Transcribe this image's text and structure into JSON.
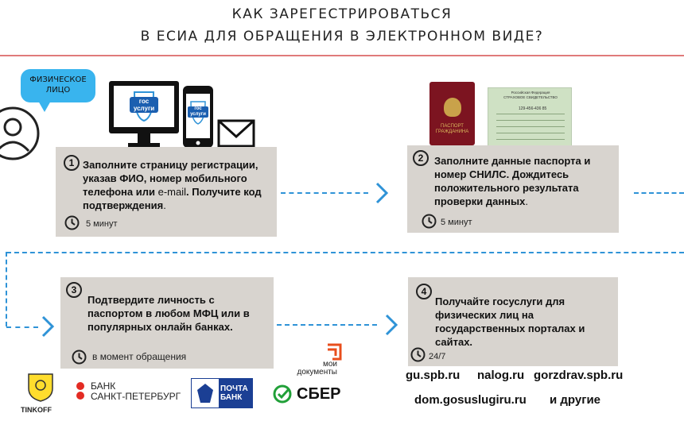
{
  "header": {
    "title_line1": "КАК ЗАРЕГЕСТРИРОВАТЬСЯ",
    "title_line2": "В ЕСИА ДЛЯ ОБРАЩЕНИЯ В ЭЛЕКТРОННОМ ВИДЕ?"
  },
  "bubble": {
    "line1": "ФИЗИЧЕСКОЕ",
    "line2": "ЛИЦО"
  },
  "devices": {
    "logo_line1": "гос",
    "logo_line2": "услуги"
  },
  "documents": {
    "passport_line1": "ПАСПОРТ",
    "passport_line2": "ГРАЖДАНИНА",
    "snils_header_line1": "Российская Федерация",
    "snils_header_line2": "СТРАХОВОЕ СВИДЕТЕЛЬСТВО",
    "snils_number": "129-456-436 85"
  },
  "steps": [
    {
      "number": "1",
      "text_a": "Заполните страницу регистрации, указав ФИО, номер мобильного телефона или ",
      "text_light": "e-mail",
      "text_b": ". Получите код подтверждения",
      "text_end": ".",
      "time": "5 минут"
    },
    {
      "number": "2",
      "text_a": "Заполните данные паспорта и номер СНИЛС. Дождитесь положительного результата проверки данных",
      "text_end": ".",
      "time": "5 минут"
    },
    {
      "number": "3",
      "text_a": "Подтвердите личность с паспортом в любом МФЦ или в популярных онлайн банках.",
      "time": "в момент обращения"
    },
    {
      "number": "4",
      "text_a": "Получайте госуслуги для физических лиц на государственных порталах и сайтах.",
      "time": "24/7"
    }
  ],
  "banks": {
    "tinkoff": "TINKOFF",
    "bspb_line1": "БАНК",
    "bspb_line2": "САНКТ-ПЕТЕРБУРГ",
    "pochta_line1": "ПОЧТА",
    "pochta_line2": "БАНК",
    "moi_line1": "мои",
    "moi_line2": "документы",
    "sber": "СБЕР"
  },
  "sites": {
    "s1": "gu.spb.ru",
    "s2": "nalog.ru",
    "s3": "gorzdrav.spb.ru",
    "s4": "dom.gosuslugiru.ru",
    "s5": "и другие"
  },
  "colors": {
    "accent_blue": "#2f93d7",
    "bubble_blue": "#39b4ee",
    "card_bg": "#d8d4cf",
    "title_rule": "#e07a7a",
    "sber_green": "#21a038",
    "pochta_blue": "#1b3f94",
    "bspb_red": "#e32b23"
  }
}
